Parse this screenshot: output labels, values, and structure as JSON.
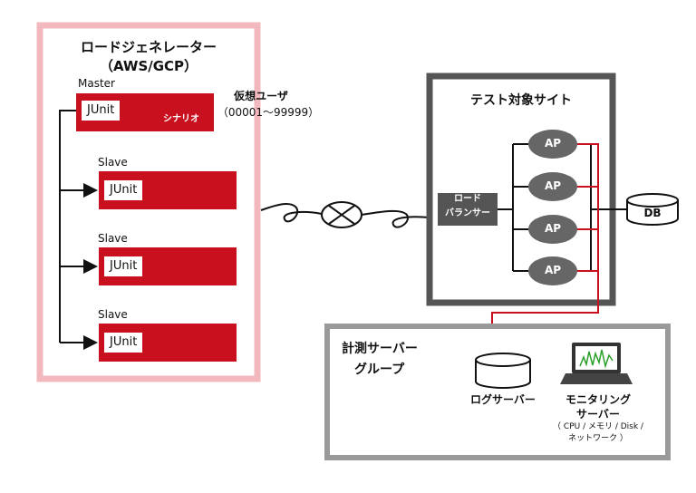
{
  "generator": {
    "title_line1": "ロードジェネレーター",
    "title_line2": "（AWS/GCP）",
    "master_label": "Master",
    "master_junit": "JUnit",
    "scenario_label": "シナリオ",
    "slaves": [
      {
        "label": "Slave",
        "junit": "JUnit"
      },
      {
        "label": "Slave",
        "junit": "JUnit"
      },
      {
        "label": "Slave",
        "junit": "JUnit"
      }
    ]
  },
  "virtual_users": {
    "title": "仮想ユーザ",
    "range": "（00001〜99999）"
  },
  "target_site": {
    "title": "テスト対象サイト",
    "lb_line1": "ロード",
    "lb_line2": "バランサー",
    "ap_nodes": [
      "AP",
      "AP",
      "AP",
      "AP"
    ],
    "db_label": "DB"
  },
  "measurement": {
    "title_line1": "計測サーバー",
    "title_line2": "グループ",
    "log_server": "ログサーバー",
    "monitor_line1": "モニタリング",
    "monitor_line2": "サーバー",
    "monitor_detail1": "（ CPU / メモリ / Disk /",
    "monitor_detail2": "ネットワーク ）"
  },
  "colors": {
    "generator_border": "#f2b8bd",
    "red": "#c8101e",
    "dark_gray": "#555555",
    "node_gray": "#666666",
    "measure_border": "#999999"
  }
}
